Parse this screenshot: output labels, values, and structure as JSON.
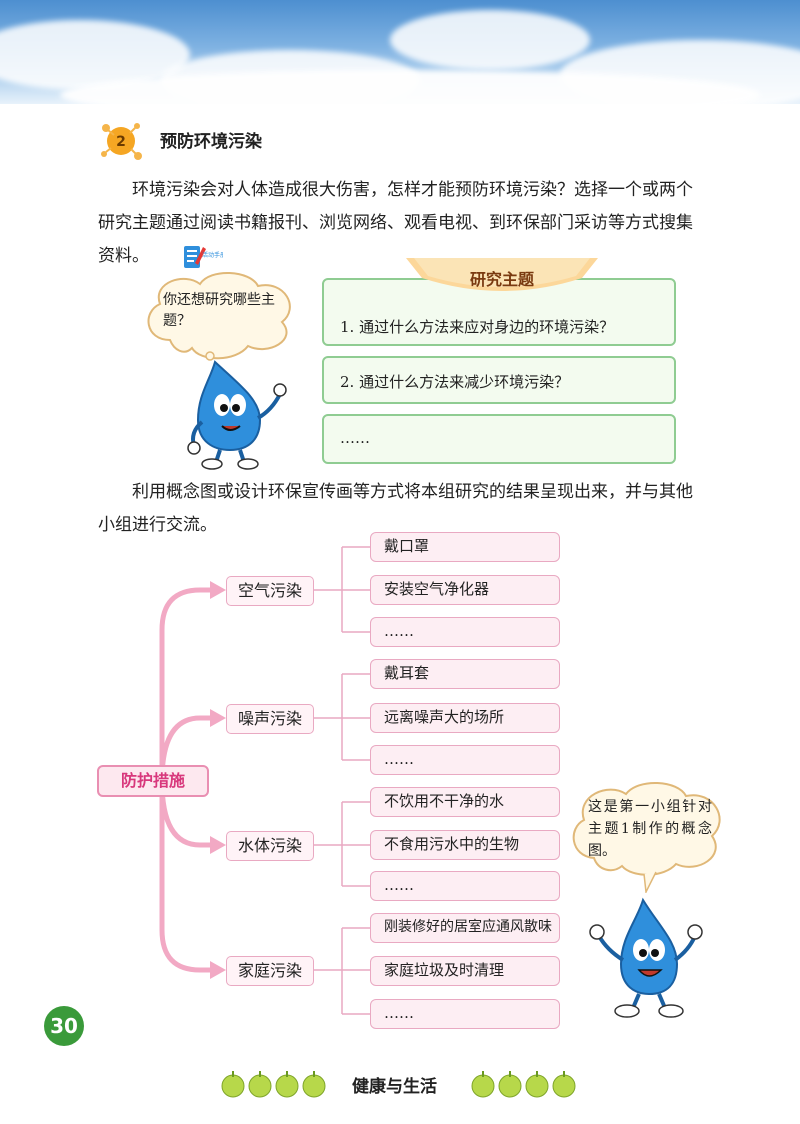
{
  "section": {
    "number": "2",
    "title": "预防环境污染"
  },
  "intro_paragraph": "环境污染会对人体造成很大伤害，怎样才能预防环境污染？选择一个或两个研究主题通过阅读书籍报刊、浏览网络、观看电视、到环保部门采访等方式搜集资料。",
  "handbook_icon_label": "活动手册",
  "bubble_question": "你还想研究哪些主题？",
  "topics": {
    "header": "研究主题",
    "items": [
      "1. 通过什么方法来应对身边的环境污染？",
      "2. 通过什么方法来减少环境污染？",
      "……"
    ]
  },
  "result_paragraph": "利用概念图或设计环保宣传画等方式将本组研究的结果呈现出来，并与其他小组进行交流。",
  "concept_map": {
    "root": "防护措施",
    "categories": [
      {
        "label": "空气污染",
        "items": [
          "戴口罩",
          "安装空气净化器",
          "……"
        ]
      },
      {
        "label": "噪声污染",
        "items": [
          "戴耳套",
          "远离噪声大的场所",
          "……"
        ]
      },
      {
        "label": "水体污染",
        "items": [
          "不饮用不干净的水",
          "不食用污水中的生物",
          "……"
        ]
      },
      {
        "label": "家庭污染",
        "items": [
          "刚装修好的居室应通风散味",
          "家庭垃圾及时清理",
          "……"
        ]
      }
    ]
  },
  "bubble_note": "这是第一小组针对主题1制作的概念图。",
  "page_number": "30",
  "footer_title": "健康与生活",
  "colors": {
    "pink_branch": "#f2a9c4",
    "root_text": "#d8387c",
    "topic_border": "#8fcc92",
    "page_badge": "#3a9a3a",
    "mascot_blue": "#2f8fdc"
  }
}
